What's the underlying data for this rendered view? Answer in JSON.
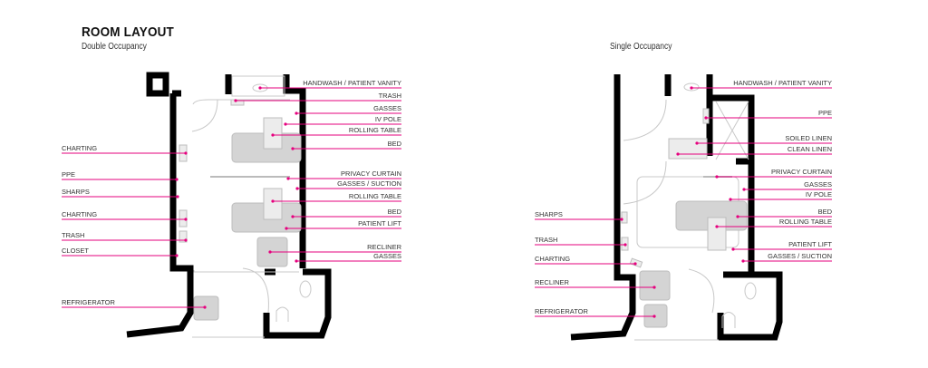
{
  "title": "ROOM LAYOUT",
  "double": {
    "subtitle": "Double Occupancy",
    "left_labels": [
      "CHARTING",
      "PPE",
      "SHARPS",
      "CHARTING",
      "TRASH",
      "CLOSET",
      "REFRIGERATOR"
    ],
    "right_labels": [
      "HANDWASH / PATIENT VANITY",
      "TRASH",
      "GASSES",
      "IV POLE",
      "ROLLING TABLE",
      "BED",
      "PRIVACY CURTAIN",
      "GASSES / SUCTION",
      "ROLLING TABLE",
      "BED",
      "PATIENT LIFT",
      "RECLINER",
      "GASSES"
    ]
  },
  "single": {
    "subtitle": "Single Occupancy",
    "left_labels": [
      "SHARPS",
      "TRASH",
      "CHARTING",
      "RECLINER",
      "REFRIGERATOR"
    ],
    "right_labels": [
      "HANDWASH / PATIENT VANITY",
      "PPE",
      "SOILED LINEN",
      "CLEAN LINEN",
      "PRIVACY CURTAIN",
      "GASSES",
      "IV POLE",
      "BED",
      "ROLLING TABLE",
      "PATIENT LIFT",
      "GASSES / SUCTION"
    ]
  },
  "colors": {
    "leader": "#e6007e",
    "wall": "#000000",
    "furniture": "#d4d4d4"
  }
}
